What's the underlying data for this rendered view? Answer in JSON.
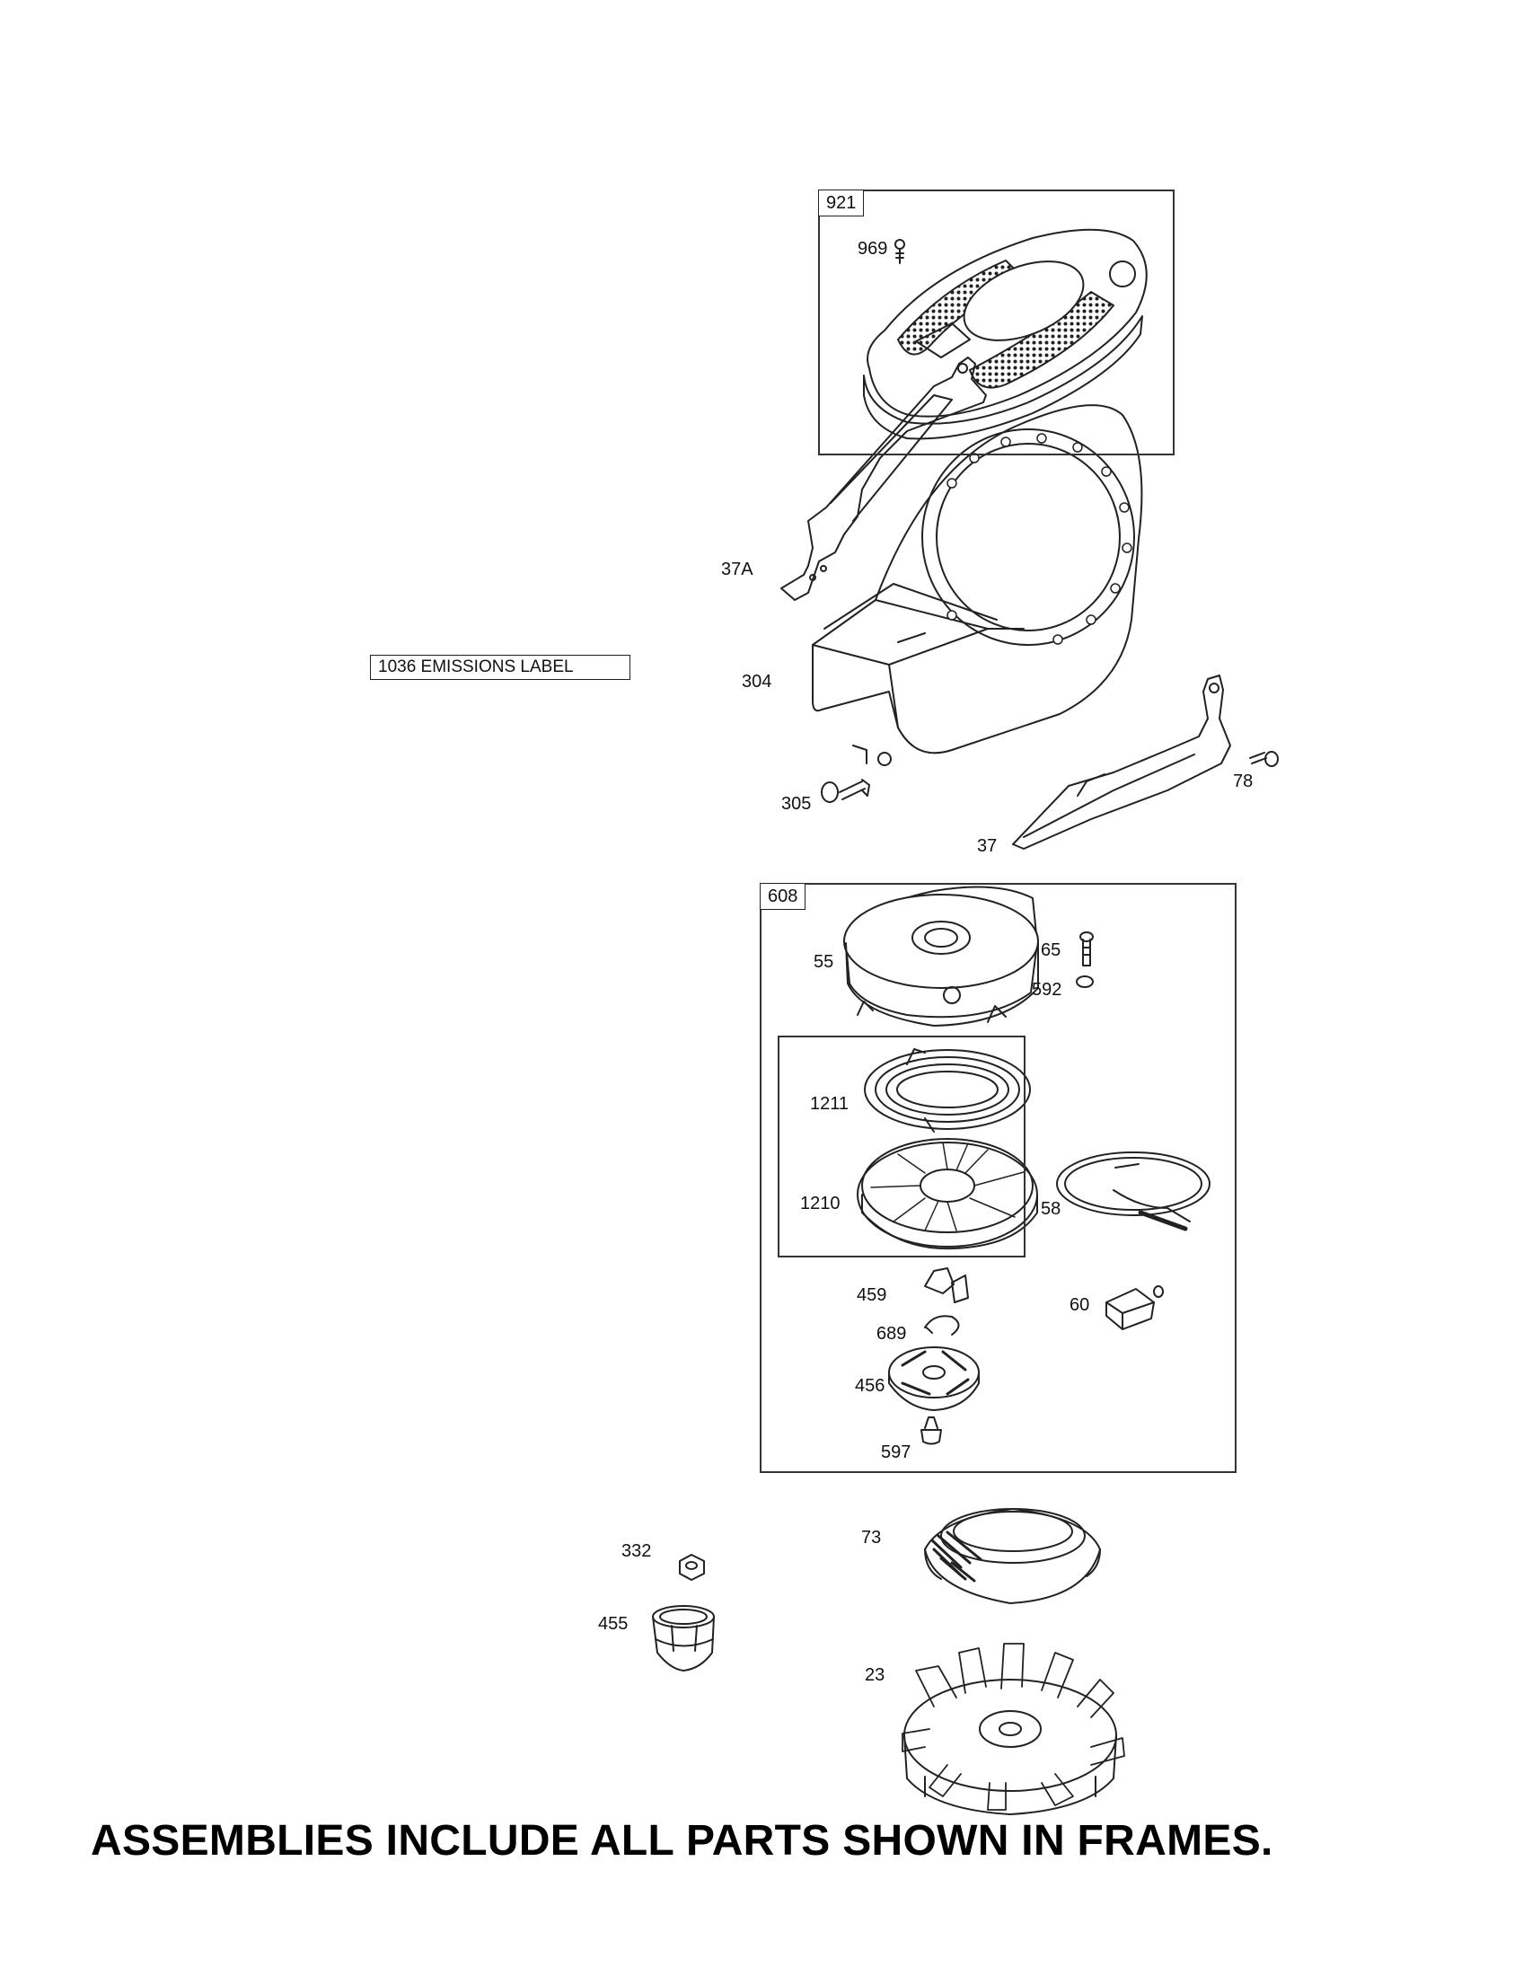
{
  "frames": {
    "f921": {
      "number": "921"
    },
    "f608": {
      "number": "608"
    }
  },
  "emissions_label": "1036 EMISSIONS LABEL",
  "parts": {
    "p969": "969",
    "p37A": "37A",
    "p304": "304",
    "p305": "305",
    "p78": "78",
    "p37": "37",
    "p55": "55",
    "p65": "65",
    "p592": "592",
    "p1211": "1211",
    "p1210": "1210",
    "p58": "58",
    "p459": "459",
    "p60": "60",
    "p689": "689",
    "p456": "456",
    "p597": "597",
    "p332": "332",
    "p73": "73",
    "p455": "455",
    "p23": "23"
  },
  "footer_note": "ASSEMBLIES INCLUDE ALL PARTS SHOWN IN FRAMES."
}
